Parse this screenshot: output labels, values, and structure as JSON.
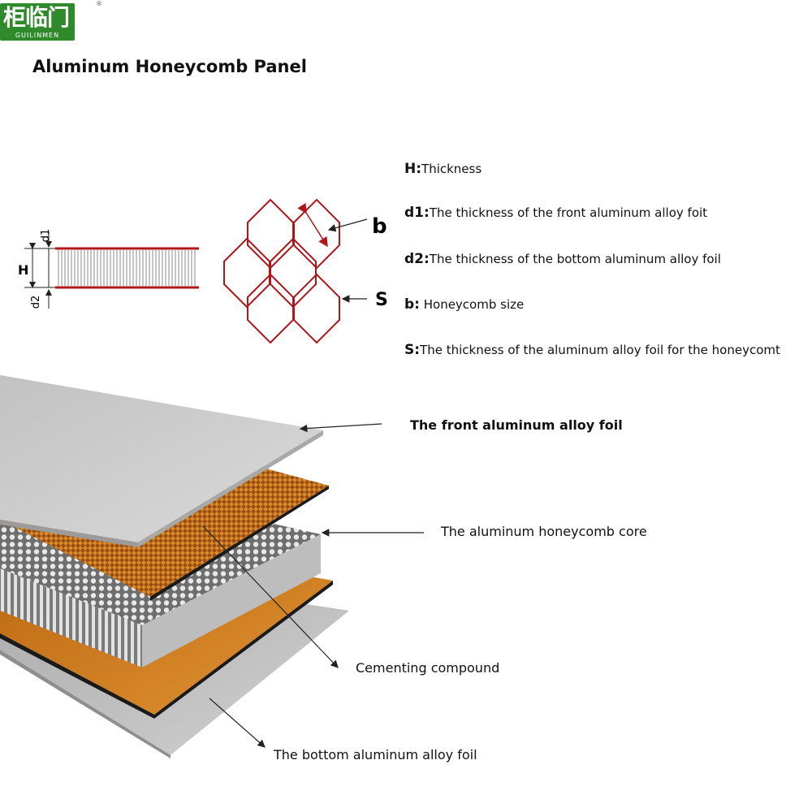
{
  "brand": {
    "name_cn": "柜临门",
    "name_en": "GUILINMEN",
    "reg_mark": "®"
  },
  "title": "Aluminum Honeycomb Panel",
  "section_diagram": {
    "d1": "d1",
    "h": "H",
    "d2": "d2",
    "b": "b",
    "s": "S"
  },
  "legend": [
    {
      "key": "H:",
      "text": "Thickness"
    },
    {
      "key": "d1:",
      "text": "The thickness of the front aluminum alloy foit"
    },
    {
      "key": "d2:",
      "text": "The thickness of the bottom aluminum alloy foil"
    },
    {
      "key": "b:",
      "text": " Honeycomb size"
    },
    {
      "key": "S:",
      "text": "The thickness of the aluminum alloy foil for the honeycomt"
    }
  ],
  "layers": {
    "front_foil": "The front aluminum alloy foil",
    "core": "The aluminum honeycomb core",
    "cement": "Cementing compound",
    "bottom_foil": "The bottom aluminum alloy foil"
  },
  "colors": {
    "diagram_red": "#b0151a",
    "logo_green": "#2f8a2c",
    "foil_grey": "#c9c9c9",
    "cement_orange": "#c8741a"
  }
}
